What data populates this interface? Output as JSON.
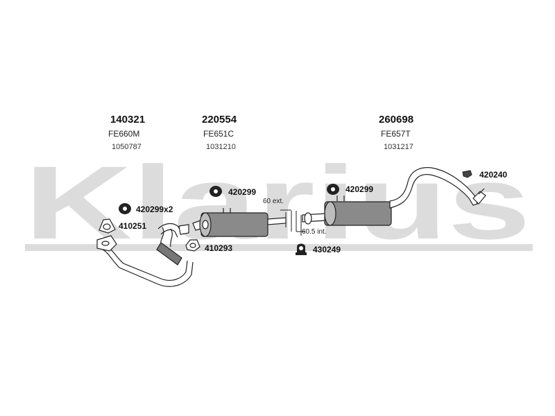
{
  "watermark": {
    "brand": "Klarius"
  },
  "sections": [
    {
      "ref": "140321",
      "code": "FE660M",
      "number": "1050787"
    },
    {
      "ref": "220554",
      "code": "FE651C",
      "number": "1031210"
    },
    {
      "ref": "260698",
      "code": "FE657T",
      "number": "1031217"
    }
  ],
  "parts": {
    "mount_front": "420299x2",
    "gasket_front": "410251",
    "mount_mid": "420299",
    "gasket_mid": "410293",
    "mount_rear": "420299",
    "clamp": "430249",
    "hanger_tail": "420240"
  },
  "dimensions": {
    "ext": "60 ext.",
    "int": "60.5 int."
  }
}
